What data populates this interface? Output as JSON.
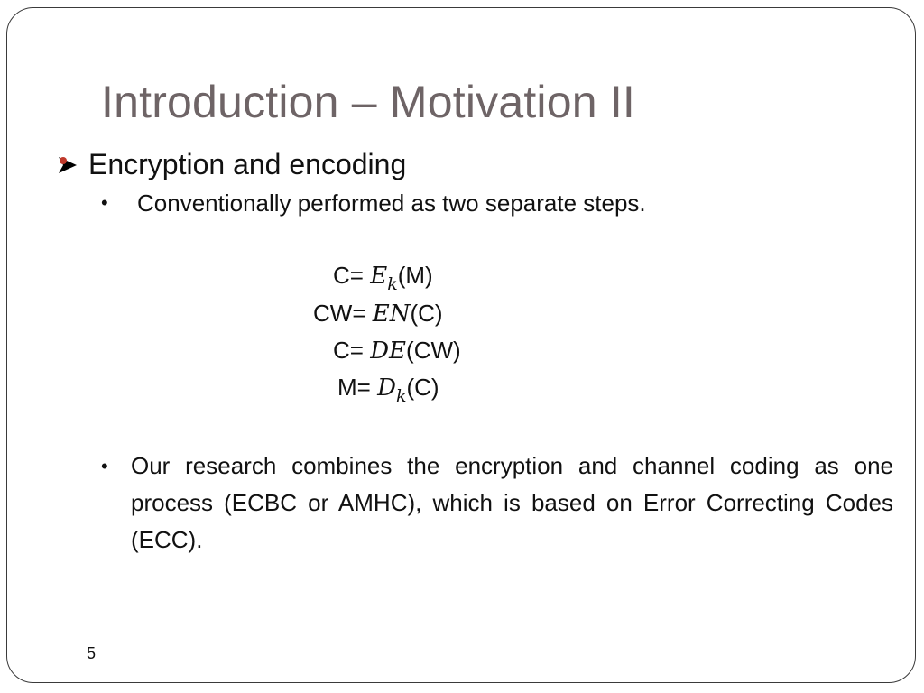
{
  "slide": {
    "title": "Introduction – Motivation II",
    "heading": "Encryption and encoding",
    "bullet_glyph": "•",
    "bullet1": "Conventionally performed as two separate steps.",
    "equations": [
      {
        "lhs": "C=",
        "fn": "E",
        "sub": "k",
        "arg": "(M)"
      },
      {
        "lhs": "CW=",
        "fn": "EN",
        "sub": "",
        "arg": "(C)"
      },
      {
        "lhs": "C=",
        "fn": "DE",
        "sub": "",
        "arg": "(CW)"
      },
      {
        "lhs": "M=",
        "fn": "D",
        "sub": "k",
        "arg": "(C)"
      }
    ],
    "bullet2": "Our research combines the encryption and channel coding as one process (ECBC or AMHC), which is based on Error Correcting Codes (ECC).",
    "page_number": "5"
  },
  "colors": {
    "title": "#6e6466",
    "arrow": "#000000",
    "arrow_dot": "#c0392b",
    "frame": "#3a3a3a"
  },
  "icons": {
    "heading_bullet": "arrow-bullet-icon"
  }
}
